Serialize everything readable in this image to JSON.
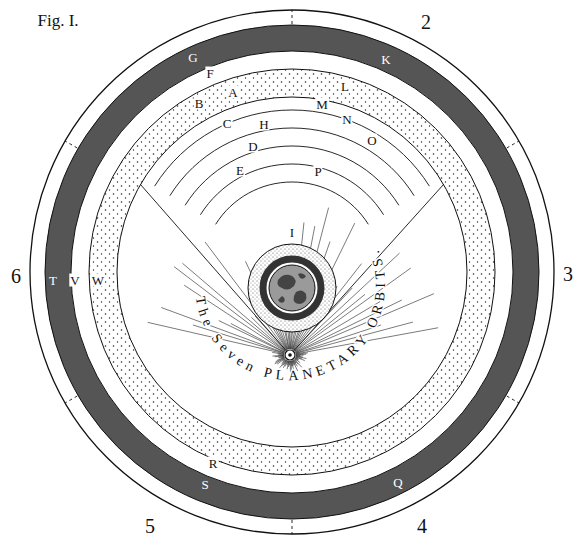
{
  "diagram": {
    "title": "Fig. I.",
    "labels": [
      "2",
      "3",
      "4",
      "5",
      "6",
      "G",
      "K",
      "F",
      "A",
      "L",
      "B",
      "M",
      "C",
      "H",
      "N",
      "D",
      "O",
      "E",
      "P",
      "I",
      "T",
      "V",
      "W",
      "R",
      "S",
      "Q",
      "The Seven PLANETARY ORBITS."
    ]
  }
}
